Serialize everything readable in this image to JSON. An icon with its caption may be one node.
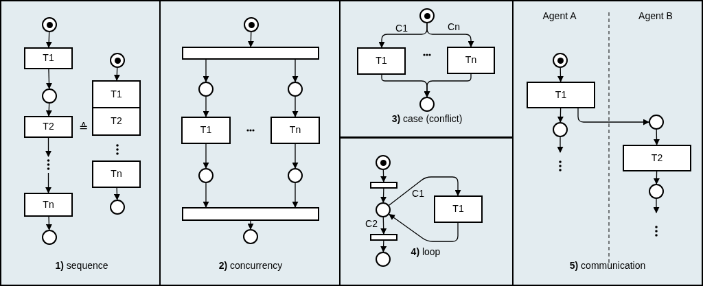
{
  "diagram": {
    "nodes": [
      {
        "text": [
          "**1)** sequence"
        ]
      },
      {
        "text": [],
        "shape": "token",
        "in": 0
      },
      {
        "text": [
          "T1"
        ],
        "in": 0
      },
      {
        "text": [],
        "shape": "circle",
        "in": 0
      },
      {
        "text": [
          "T2"
        ],
        "in": 0
      },
      {
        "text": [
          "Tn"
        ],
        "in": 0
      },
      {
        "text": [],
        "shape": "circle",
        "in": 0
      },
      {
        "text": [],
        "shape": "token",
        "in": 0
      },
      {
        "text": [
          "T1"
        ],
        "in": 0
      },
      {
        "text": [
          "T2"
        ],
        "in": 0
      },
      {
        "text": [
          "Tn"
        ],
        "in": 0
      },
      {
        "text": [],
        "shape": "circle",
        "in": 0
      },
      {
        "text": [
          "**2)** concurrency"
        ]
      },
      {
        "text": [],
        "shape": "token",
        "in": 12
      },
      {
        "text": [],
        "shape": "bar",
        "in": 12
      },
      {
        "text": [],
        "shape": "circle",
        "in": 12
      },
      {
        "text": [],
        "shape": "circle",
        "in": 12
      },
      {
        "text": [
          "T1"
        ],
        "in": 12
      },
      {
        "text": [
          "Tn"
        ],
        "in": 12
      },
      {
        "text": [],
        "shape": "circle",
        "in": 12
      },
      {
        "text": [],
        "shape": "circle",
        "in": 12
      },
      {
        "text": [],
        "shape": "bar",
        "in": 12
      },
      {
        "text": [],
        "shape": "circle",
        "in": 12
      },
      {
        "text": [
          "**3)** case (conflict)"
        ]
      },
      {
        "text": [],
        "shape": "token",
        "in": 23
      },
      {
        "text": [
          "T1"
        ],
        "in": 23
      },
      {
        "text": [
          "Tn"
        ],
        "in": 23
      },
      {
        "text": [],
        "shape": "circle",
        "in": 23
      },
      {
        "text": [
          "**4)** loop"
        ]
      },
      {
        "text": [],
        "shape": "token",
        "in": 28
      },
      {
        "text": [],
        "shape": "bar",
        "in": 28
      },
      {
        "text": [],
        "shape": "circle",
        "in": 28
      },
      {
        "text": [
          "T1"
        ],
        "in": 28
      },
      {
        "text": [],
        "shape": "bar",
        "in": 28
      },
      {
        "text": [],
        "shape": "circle",
        "in": 28
      },
      {
        "text": [
          "**5)** communication"
        ]
      },
      {
        "text": [],
        "shape": "token",
        "in": 35
      },
      {
        "text": [
          "T1"
        ],
        "in": 35
      },
      {
        "text": [],
        "shape": "circle",
        "in": 35
      },
      {
        "text": [],
        "shape": "circle",
        "in": 35
      },
      {
        "text": [
          "T2"
        ],
        "in": 35
      },
      {
        "text": [],
        "shape": "circle",
        "in": 35
      }
    ],
    "edges": [
      {
        "from": 1,
        "to": 2,
        "arrow": "to"
      },
      {
        "from": 2,
        "to": 3,
        "arrow": "to"
      },
      {
        "from": 3,
        "to": 4,
        "arrow": "to"
      },
      {
        "from": 4,
        "to": null,
        "arrow": "to"
      },
      {
        "from": null,
        "to": 5,
        "arrow": "to"
      },
      {
        "from": 5,
        "to": 6,
        "arrow": "to"
      },
      {
        "from": 7,
        "to": 8,
        "arrow": "to"
      },
      {
        "from": 10,
        "to": 11,
        "arrow": "to"
      },
      {
        "from": 13,
        "to": 14,
        "arrow": "to"
      },
      {
        "from": 14,
        "to": 15,
        "arrow": "to"
      },
      {
        "from": 14,
        "to": 16,
        "arrow": "to"
      },
      {
        "from": 15,
        "to": 17,
        "arrow": "to"
      },
      {
        "from": 16,
        "to": 18,
        "arrow": "to"
      },
      {
        "from": 17,
        "to": 19,
        "arrow": "to"
      },
      {
        "from": 18,
        "to": 20,
        "arrow": "to"
      },
      {
        "from": 19,
        "to": 21,
        "arrow": "to"
      },
      {
        "from": 20,
        "to": 21,
        "arrow": "to"
      },
      {
        "from": 21,
        "to": 22,
        "arrow": "to"
      },
      {
        "from": 24,
        "to": 25,
        "arrow": "to",
        "label": "C1"
      },
      {
        "from": 24,
        "to": 26,
        "arrow": "to",
        "label": "Cn"
      },
      {
        "from": 25,
        "to": 27,
        "arrow": "to"
      },
      {
        "from": 26,
        "to": 27,
        "arrow": "to"
      },
      {
        "from": 29,
        "to": 30,
        "arrow": "to"
      },
      {
        "from": 30,
        "to": 31,
        "arrow": "to"
      },
      {
        "from": 31,
        "to": 32,
        "arrow": "to",
        "label": "C1"
      },
      {
        "from": 32,
        "to": 31,
        "arrow": "to"
      },
      {
        "from": 31,
        "to": 33,
        "arrow": "to",
        "label": "C2"
      },
      {
        "from": 33,
        "to": 34,
        "arrow": "to"
      },
      {
        "from": 36,
        "to": 37,
        "arrow": "to"
      },
      {
        "from": 37,
        "to": 38,
        "arrow": "to"
      },
      {
        "from": 38,
        "to": null,
        "arrow": "to"
      },
      {
        "from": 37,
        "to": 39,
        "arrow": "to"
      },
      {
        "from": 39,
        "to": 40,
        "arrow": "to"
      },
      {
        "from": 40,
        "to": 41,
        "arrow": "to"
      },
      {
        "from": 41,
        "to": null,
        "arrow": "to"
      }
    ],
    "labels": [
      "≙",
      "Agent A",
      "Agent B"
    ]
  }
}
